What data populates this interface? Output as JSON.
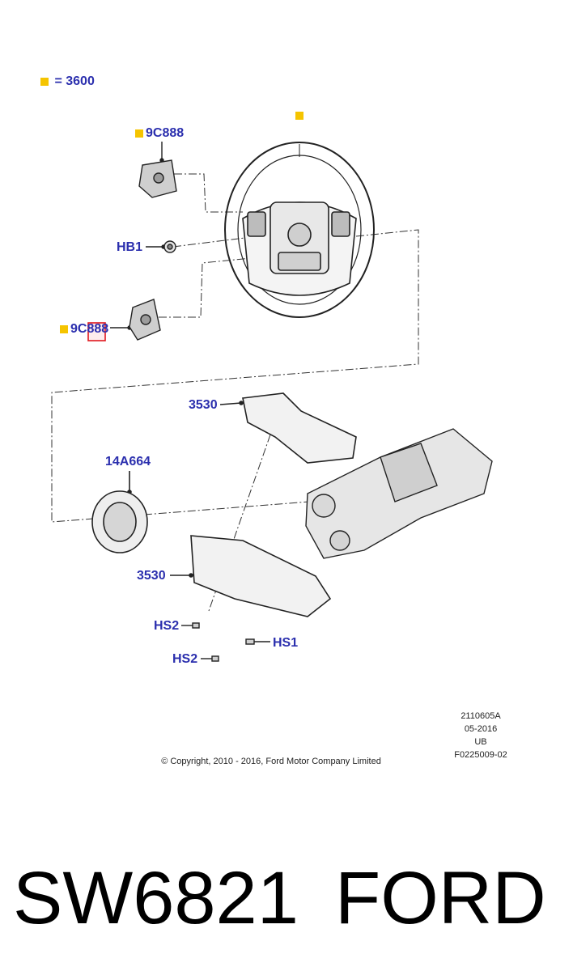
{
  "legend": {
    "marker_color": "#f5c400",
    "text": "= 3600"
  },
  "callouts": {
    "c9c888_top": "9C888",
    "hb1": "HB1",
    "c9c888_bottom": "9C888",
    "c3530_upper": "3530",
    "c14a664": "14A664",
    "c3530_lower": "3530",
    "hs2_a": "HS2",
    "hs1": "HS1",
    "hs2_b": "HS2"
  },
  "meta": {
    "ref": "2110605A",
    "date": "05-2016",
    "region": "UB",
    "code": "F0225009-02",
    "copyright": "© Copyright, 2010 - 2016, Ford Motor Company Limited"
  },
  "footer": {
    "part_number": "SW6821",
    "brand": "FORD"
  },
  "colors": {
    "callout_text": "#2b2fae",
    "highlight_box": "#e0181e",
    "marker": "#f5c400"
  }
}
